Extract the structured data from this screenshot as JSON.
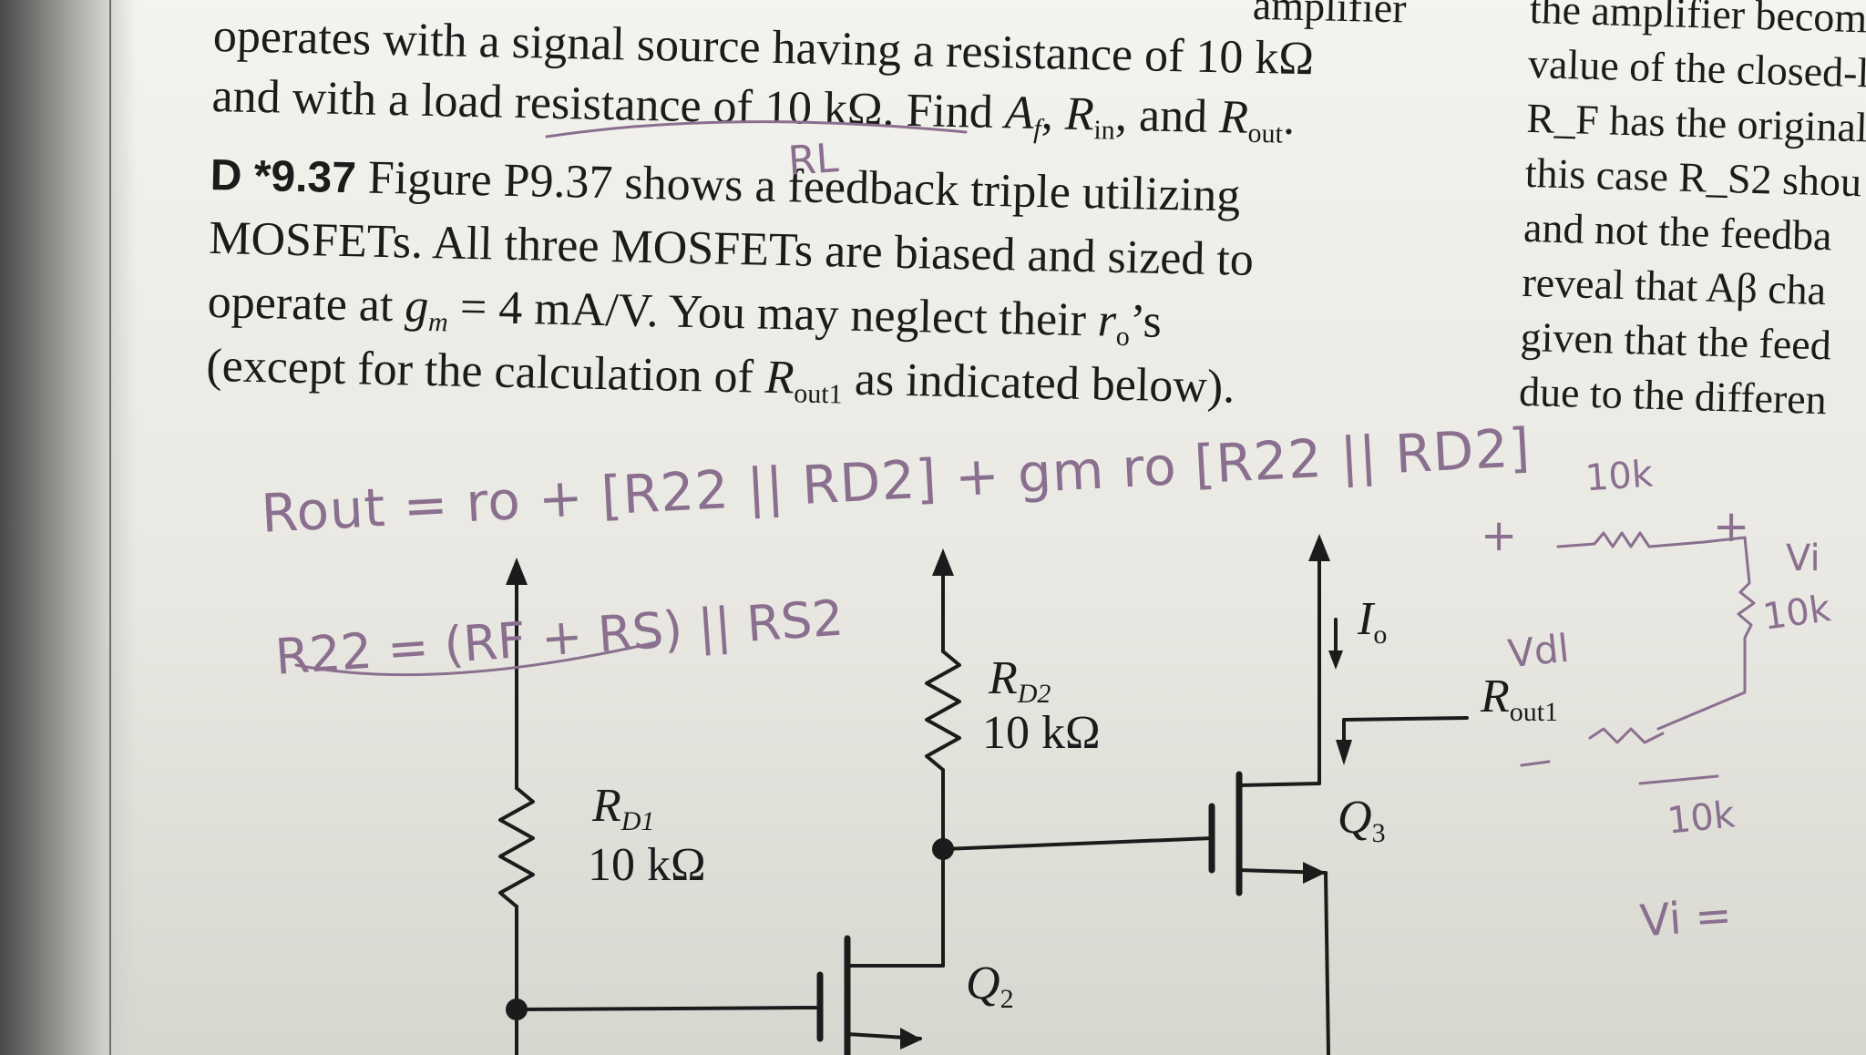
{
  "left_column": {
    "line0": "amplifier",
    "line1": "operates with a signal source having a resistance of 10 kΩ",
    "line2_a": "and with a load resistance of 10 kΩ. Find ",
    "line2_af": "A",
    "line2_af_sub": "f",
    "line2_b": ", ",
    "line2_rin": "R",
    "line2_rin_sub": "in",
    "line2_c": ", and ",
    "line2_rout": "R",
    "line2_rout_sub": "out",
    "line2_d": ".",
    "problem_number": "D *9.37",
    "line3": "Figure P9.37 shows a feedback triple utilizing",
    "line4": "MOSFETs. All three MOSFETs are biased and sized to",
    "line5_a": "operate at ",
    "line5_gm": "g",
    "line5_gm_sub": "m",
    "line5_b": " = 4 mA/V. You may neglect their ",
    "line5_ro": "r",
    "line5_ro_sub": "o",
    "line5_c": "’s",
    "line6_a": "(except for the calculation of ",
    "line6_r": "R",
    "line6_r_sub": "out1",
    "line6_b": " as indicated below)."
  },
  "right_column": {
    "lines": [
      "the amplifier becom",
      "value of the closed-l",
      "R_F has the original",
      "this case R_S2 shou",
      "and not the feedba",
      "reveal that Aβ cha",
      "given that the feed",
      "due to the differen"
    ]
  },
  "circuit": {
    "rd1_label": "R",
    "rd1_sub": "D1",
    "rd1_value": "10 kΩ",
    "rd2_label": "R",
    "rd2_sub": "D2",
    "rd2_value": "10 kΩ",
    "q2_label": "Q",
    "q2_sub": "2",
    "q3_label": "Q",
    "q3_sub": "3",
    "io_label": "I",
    "io_sub": "o",
    "rout1_label": "R",
    "rout1_sub": "out1"
  },
  "handwriting": {
    "note_rl": "RL",
    "formula_rout": "Rout = ro + [R22 || RD2] + gm ro [R22 || RD2]",
    "formula_r22": "R22 = (RF + RS) || RS2",
    "src_res": "10k",
    "plus1": "+",
    "plus2": "+",
    "vi_label": "Vi",
    "tenk1": "10k",
    "vdl": "Vdl",
    "tenk2": "10k",
    "vi_eq": "Vi ="
  }
}
